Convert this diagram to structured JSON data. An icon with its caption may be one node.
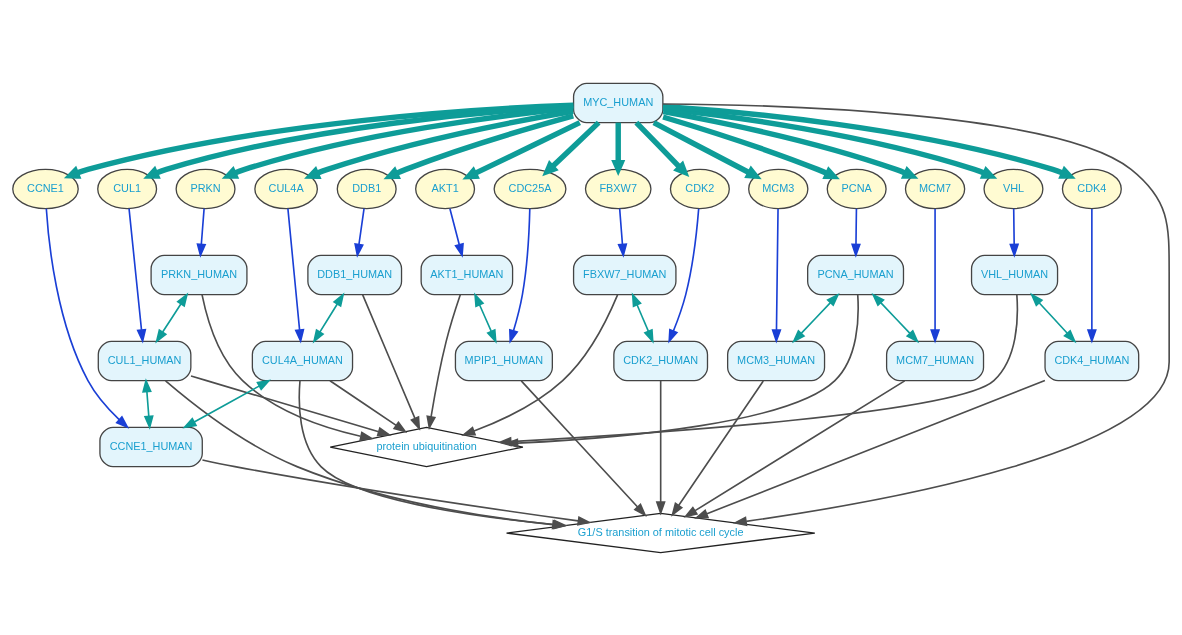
{
  "diagram": {
    "nodes": [
      {
        "text": [
          "MYC_HUMAN"
        ]
      },
      {
        "text": [
          "CCNE1"
        ]
      },
      {
        "text": [
          "CUL1"
        ]
      },
      {
        "text": [
          "PRKN"
        ]
      },
      {
        "text": [
          "CUL4A"
        ]
      },
      {
        "text": [
          "DDB1"
        ]
      },
      {
        "text": [
          "AKT1"
        ]
      },
      {
        "text": [
          "FBXW7"
        ]
      },
      {
        "text": [
          "CDC25A"
        ]
      },
      {
        "text": [
          "CDK2"
        ]
      },
      {
        "text": [
          "PCNA"
        ]
      },
      {
        "text": [
          "MCM3"
        ]
      },
      {
        "text": [
          "MCM7"
        ]
      },
      {
        "text": [
          "VHL"
        ]
      },
      {
        "text": [
          "CDK4"
        ]
      },
      {
        "text": [
          "PRKN_HUMAN"
        ]
      },
      {
        "text": [
          "DDB1_HUMAN"
        ]
      },
      {
        "text": [
          "AKT1_HUMAN"
        ]
      },
      {
        "text": [
          "FBXW7_HUMAN"
        ]
      },
      {
        "text": [
          "PCNA_HUMAN"
        ]
      },
      {
        "text": [
          "VHL_HUMAN"
        ]
      },
      {
        "text": [
          "CUL1_HUMAN"
        ]
      },
      {
        "text": [
          "CUL4A_HUMAN"
        ]
      },
      {
        "text": [
          "MPIP1_HUMAN"
        ]
      },
      {
        "text": [
          "CDK2_HUMAN"
        ]
      },
      {
        "text": [
          "MCM3_HUMAN"
        ]
      },
      {
        "text": [
          "MCM7_HUMAN"
        ]
      },
      {
        "text": [
          "CDK4_HUMAN"
        ]
      },
      {
        "text": [
          "CCNE1_HUMAN"
        ]
      },
      {
        "text": [
          "protein ubiquitination"
        ]
      },
      {
        "text": [
          "G1/S transition of mitotic cell cycle"
        ]
      }
    ],
    "edges": [
      {
        "from": 0,
        "to": 1,
        "arrow": "to",
        "style": "thick",
        "color": "#0e9c98"
      },
      {
        "from": 0,
        "to": 2,
        "arrow": "to",
        "style": "thick",
        "color": "#0e9c98"
      },
      {
        "from": 0,
        "to": 3,
        "arrow": "to",
        "style": "thick",
        "color": "#0e9c98"
      },
      {
        "from": 0,
        "to": 4,
        "arrow": "to",
        "style": "thick",
        "color": "#0e9c98"
      },
      {
        "from": 0,
        "to": 5,
        "arrow": "to",
        "style": "thick",
        "color": "#0e9c98"
      },
      {
        "from": 0,
        "to": 6,
        "arrow": "to",
        "style": "thick",
        "color": "#0e9c98"
      },
      {
        "from": 0,
        "to": 7,
        "arrow": "to",
        "style": "thick",
        "color": "#0e9c98"
      },
      {
        "from": 0,
        "to": 8,
        "arrow": "to",
        "style": "thick",
        "color": "#0e9c98"
      },
      {
        "from": 0,
        "to": 9,
        "arrow": "to",
        "style": "thick",
        "color": "#0e9c98"
      },
      {
        "from": 0,
        "to": 10,
        "arrow": "to",
        "style": "thick",
        "color": "#0e9c98"
      },
      {
        "from": 0,
        "to": 11,
        "arrow": "to",
        "style": "thick",
        "color": "#0e9c98"
      },
      {
        "from": 0,
        "to": 12,
        "arrow": "to",
        "style": "thick",
        "color": "#0e9c98"
      },
      {
        "from": 0,
        "to": 13,
        "arrow": "to",
        "style": "thick",
        "color": "#0e9c98"
      },
      {
        "from": 0,
        "to": 14,
        "arrow": "to",
        "style": "thick",
        "color": "#0e9c98"
      },
      {
        "from": 0,
        "to": 30,
        "arrow": "to"
      },
      {
        "from": 1,
        "to": 28,
        "arrow": "to",
        "color": "#1a3fd6"
      },
      {
        "from": 2,
        "to": 21,
        "arrow": "to",
        "color": "#1a3fd6"
      },
      {
        "from": 3,
        "to": 15,
        "arrow": "to",
        "color": "#1a3fd6"
      },
      {
        "from": 4,
        "to": 22,
        "arrow": "to",
        "color": "#1a3fd6"
      },
      {
        "from": 5,
        "to": 16,
        "arrow": "to",
        "color": "#1a3fd6"
      },
      {
        "from": 6,
        "to": 17,
        "arrow": "to",
        "color": "#1a3fd6"
      },
      {
        "from": 7,
        "to": 18,
        "arrow": "to",
        "color": "#1a3fd6"
      },
      {
        "from": 8,
        "to": 23,
        "arrow": "to",
        "color": "#1a3fd6"
      },
      {
        "from": 9,
        "to": 24,
        "arrow": "to",
        "color": "#1a3fd6"
      },
      {
        "from": 10,
        "to": 19,
        "arrow": "to",
        "color": "#1a3fd6"
      },
      {
        "from": 11,
        "to": 25,
        "arrow": "to",
        "color": "#1a3fd6"
      },
      {
        "from": 12,
        "to": 26,
        "arrow": "to",
        "color": "#1a3fd6"
      },
      {
        "from": 13,
        "to": 20,
        "arrow": "to",
        "color": "#1a3fd6"
      },
      {
        "from": 14,
        "to": 27,
        "arrow": "to",
        "color": "#1a3fd6"
      },
      {
        "from": 15,
        "to": 21,
        "arrow": "both",
        "color": "#0e9c98"
      },
      {
        "from": 16,
        "to": 22,
        "arrow": "both",
        "color": "#0e9c98"
      },
      {
        "from": 17,
        "to": 23,
        "arrow": "both",
        "color": "#0e9c98"
      },
      {
        "from": 18,
        "to": 24,
        "arrow": "both",
        "color": "#0e9c98"
      },
      {
        "from": 19,
        "to": 25,
        "arrow": "both",
        "color": "#0e9c98"
      },
      {
        "from": 19,
        "to": 26,
        "arrow": "both",
        "color": "#0e9c98"
      },
      {
        "from": 20,
        "to": 27,
        "arrow": "both",
        "color": "#0e9c98"
      },
      {
        "from": 21,
        "to": 28,
        "arrow": "both",
        "color": "#0e9c98"
      },
      {
        "from": 22,
        "to": 28,
        "arrow": "both",
        "color": "#0e9c98"
      },
      {
        "from": 15,
        "to": 29,
        "arrow": "to"
      },
      {
        "from": 16,
        "to": 29,
        "arrow": "to"
      },
      {
        "from": 17,
        "to": 29,
        "arrow": "to"
      },
      {
        "from": 18,
        "to": 29,
        "arrow": "to"
      },
      {
        "from": 19,
        "to": 29,
        "arrow": "to"
      },
      {
        "from": 20,
        "to": 29,
        "arrow": "to"
      },
      {
        "from": 21,
        "to": 29,
        "arrow": "to"
      },
      {
        "from": 22,
        "to": 29,
        "arrow": "to"
      },
      {
        "from": 21,
        "to": 30,
        "arrow": "to"
      },
      {
        "from": 22,
        "to": 30,
        "arrow": "to"
      },
      {
        "from": 28,
        "to": 30,
        "arrow": "to"
      },
      {
        "from": 23,
        "to": 30,
        "arrow": "to"
      },
      {
        "from": 24,
        "to": 30,
        "arrow": "to"
      },
      {
        "from": 25,
        "to": 30,
        "arrow": "to"
      },
      {
        "from": 26,
        "to": 30,
        "arrow": "to"
      },
      {
        "from": 27,
        "to": 30,
        "arrow": "to"
      }
    ]
  }
}
